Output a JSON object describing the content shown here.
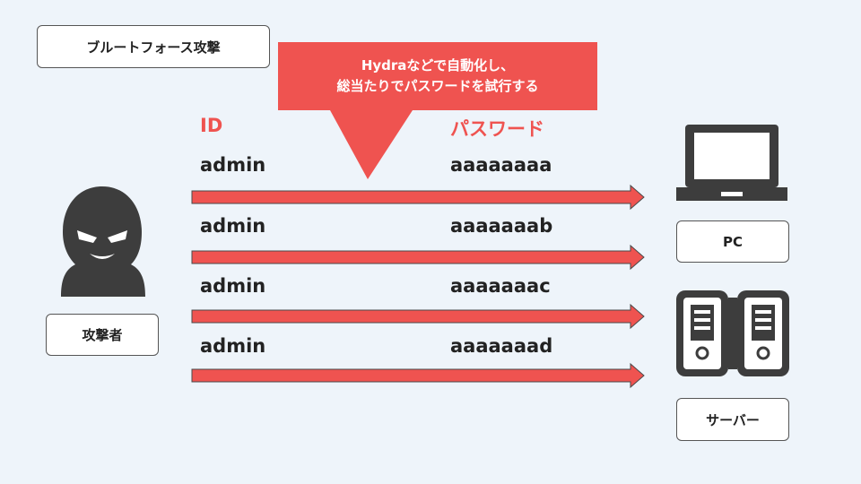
{
  "title": "ブルートフォース攻撃",
  "callout": {
    "line1": "Hydraなどで自動化し、",
    "line2": "総当たりでパスワードを試行する"
  },
  "columns": {
    "id_header": "ID",
    "password_header": "パスワード"
  },
  "attempts": [
    {
      "id": "admin",
      "password": "aaaaaaaa"
    },
    {
      "id": "admin",
      "password": "aaaaaaab"
    },
    {
      "id": "admin",
      "password": "aaaaaaac"
    },
    {
      "id": "admin",
      "password": "aaaaaaad"
    }
  ],
  "labels": {
    "attacker": "攻撃者",
    "pc": "PC",
    "server": "サーバー"
  },
  "colors": {
    "accent": "#ef5350",
    "icon": "#3d3d3d",
    "background": "#eef4fa"
  },
  "icons": [
    "attacker-icon",
    "laptop-icon",
    "server-icon"
  ]
}
